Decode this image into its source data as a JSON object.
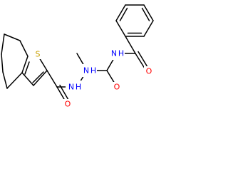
{
  "structure": {
    "atoms": {
      "amide_nh": {
        "label": "N",
        "sub": "H",
        "element": "N"
      },
      "amide_o": {
        "label": "O",
        "element": "O"
      },
      "glycyl_o": {
        "label": "O",
        "element": "O"
      },
      "hydrazide_nh_right": {
        "label": "N",
        "sub": "H",
        "element": "N"
      },
      "hydrazide_nh_left": {
        "label": "N",
        "sub": "H",
        "element": "N"
      },
      "thiophene_s": {
        "label": "S",
        "element": "S"
      },
      "carbonyl_o_bottom": {
        "label": "O",
        "element": "O"
      }
    },
    "colors": {
      "N": "#0000ff",
      "O": "#ff0000",
      "S": "#c8a000",
      "bond": "#000000"
    }
  }
}
